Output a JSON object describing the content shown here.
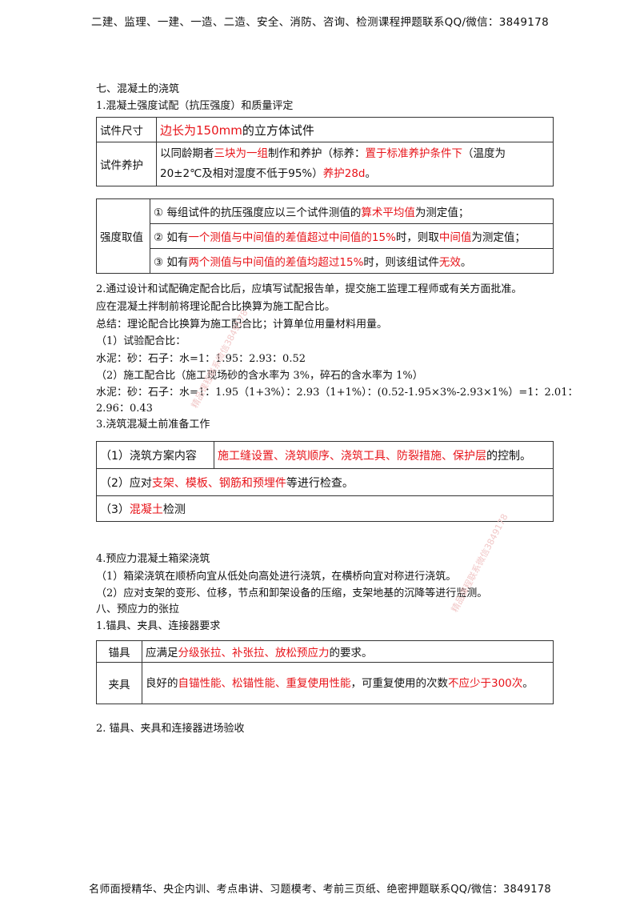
{
  "header": "二建、监理、一建、一造、二造、安全、消防、咨询、检测课程押题联系QQ/微信：3849178",
  "footer": "名师面授精华、央企内训、考点串讲、习题模考、考前三页纸、绝密押题联系QQ/微信：3849178",
  "watermark": "精品课程联系微信3849178",
  "s7_title": "七、混凝土的浇筑",
  "s7_1": "1.混凝土强度试配（抗压强度）和质量评定",
  "t1": {
    "r1_label": "试件尺寸",
    "r1_red": "边长为150mm",
    "r1_rest": "的立方体试件",
    "r2_label": "试件养护",
    "r2_a": "以同龄期者",
    "r2_b": "三块为一组",
    "r2_c": "制作和养护（标养：",
    "r2_d": "置于标准养护条件下",
    "r2_e": "（温度为",
    "r2_f": "20±2℃及相对湿度不低于95%）",
    "r2_g": "养护28d",
    "r2_h": "。"
  },
  "t2": {
    "label": "强度取值",
    "i1_a": "① 每组试件的抗压强度应以三个试件测值的",
    "i1_b": "算术平均值",
    "i1_c": "为测定值；",
    "i2_a": "② 如有",
    "i2_b": "一个测值与中间值的差值超过中间值的15%",
    "i2_c": "时，则取",
    "i2_d": "中间值",
    "i2_e": "为测定值；",
    "i3_a": "③ 如有",
    "i3_b": "两个测值与中间值的差值均超过15%",
    "i3_c": "时，则该组试件",
    "i3_d": "无效",
    "i3_e": "。"
  },
  "p2a": "2.通过设计和试配确定配合比后，应填写试配报告单，提交施工监理工程师或有关方面批准。",
  "p2b": "应在混凝土拌制前将理论配合比换算为施工配合比。",
  "p2c": "总结：理论配合比换算为施工配合比；计算单位用量材料用量。",
  "p2d": "（1）试验配合比：",
  "p2e": "水泥：砂：石子：水=1：1.95：2.93：0.52",
  "p2f": "（2）施工配合比（施工现场砂的含水率为 3%，碎石的含水率为 1%）",
  "p2g": "水泥：砂：石子：水=1：1.95（1+3%）：2.93（1+1%）：(0.52-1.95×3%-2.93×1%）=1：2.01：",
  "p2h": "2.96：0.43",
  "s3_title": "3.浇筑混凝土前准备工作",
  "t3": {
    "r1_label": "（1）浇筑方案内容",
    "r1_red": "施工缝设置、浇筑顺序、浇筑工具、防裂措施、保护层",
    "r1_rest": "的控制。",
    "r2_a": "（2）应对",
    "r2_b": "支架、模板、钢筋和预埋件",
    "r2_c": "等进行检查。",
    "r3_a": "（3）",
    "r3_b": "混凝土",
    "r3_c": "检测"
  },
  "s4_title": "4.预应力混凝土箱梁浇筑",
  "s4_1": "（1）箱梁浇筑在顺桥向宜从低处向高处进行浇筑，在横桥向宜对称进行浇筑。",
  "s4_2": "（2）应对支架的变形、位移，节点和卸架设备的压缩，支架地基的沉降等进行监测。",
  "s8_title": "八、预应力的张拉",
  "s8_1": "1.锚具、夹具、连接器要求",
  "t4": {
    "r1_label": "锚具",
    "r1_a": "应满足",
    "r1_b": "分级张拉、补张拉、放松预应力",
    "r1_c": "的要求。",
    "r2_label": "夹具",
    "r2_a": "良好的",
    "r2_b": "自锚性能、松锚性能、重复使用性能",
    "r2_c": "，可重复使用的次数",
    "r2_d": "不应少于300次",
    "r2_e": "。"
  },
  "s8_2": "2. 锚具、夹具和连接器进场验收",
  "colors": {
    "accent_red": "#e8141a"
  }
}
